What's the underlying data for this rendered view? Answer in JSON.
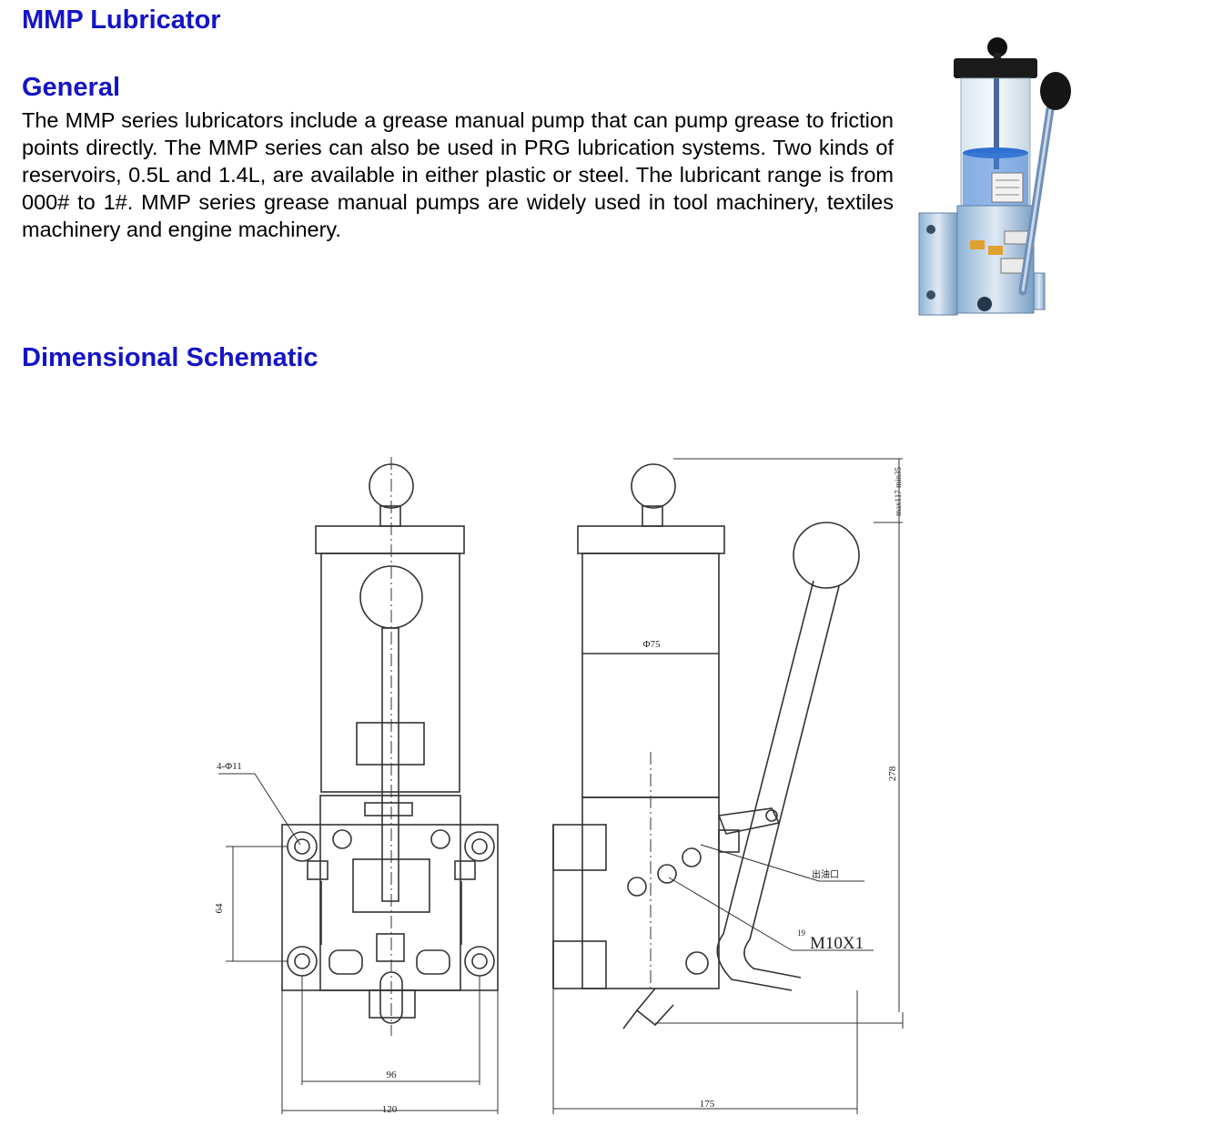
{
  "page": {
    "title": "MMP Lubricator",
    "general_heading": "General",
    "general_text": "The MMP series lubricators include a grease manual pump that can pump grease to friction points directly. The MMP series can also be used in PRG lubrication systems. Two kinds of reservoirs, 0.5L and 1.4L, are available in either plastic or steel. The lubricant range is from 000# to 1#. MMP series grease manual pumps are widely used in tool machinery, textiles machinery and engine machinery.",
    "schematic_heading": "Dimensional Schematic"
  },
  "schematic_labels": {
    "holes": "4-Φ11",
    "spacing": "64",
    "inner_width": "96",
    "base_width": "120",
    "depth": "175",
    "height": "278",
    "reservoir_diameter": "Φ75",
    "top_clearance": "max117 min35",
    "outlet_thread": "M10X1",
    "outlet_a": "出油口",
    "outlet_b": "19"
  },
  "colors": {
    "heading": "#1414c8",
    "line": "#333333"
  }
}
